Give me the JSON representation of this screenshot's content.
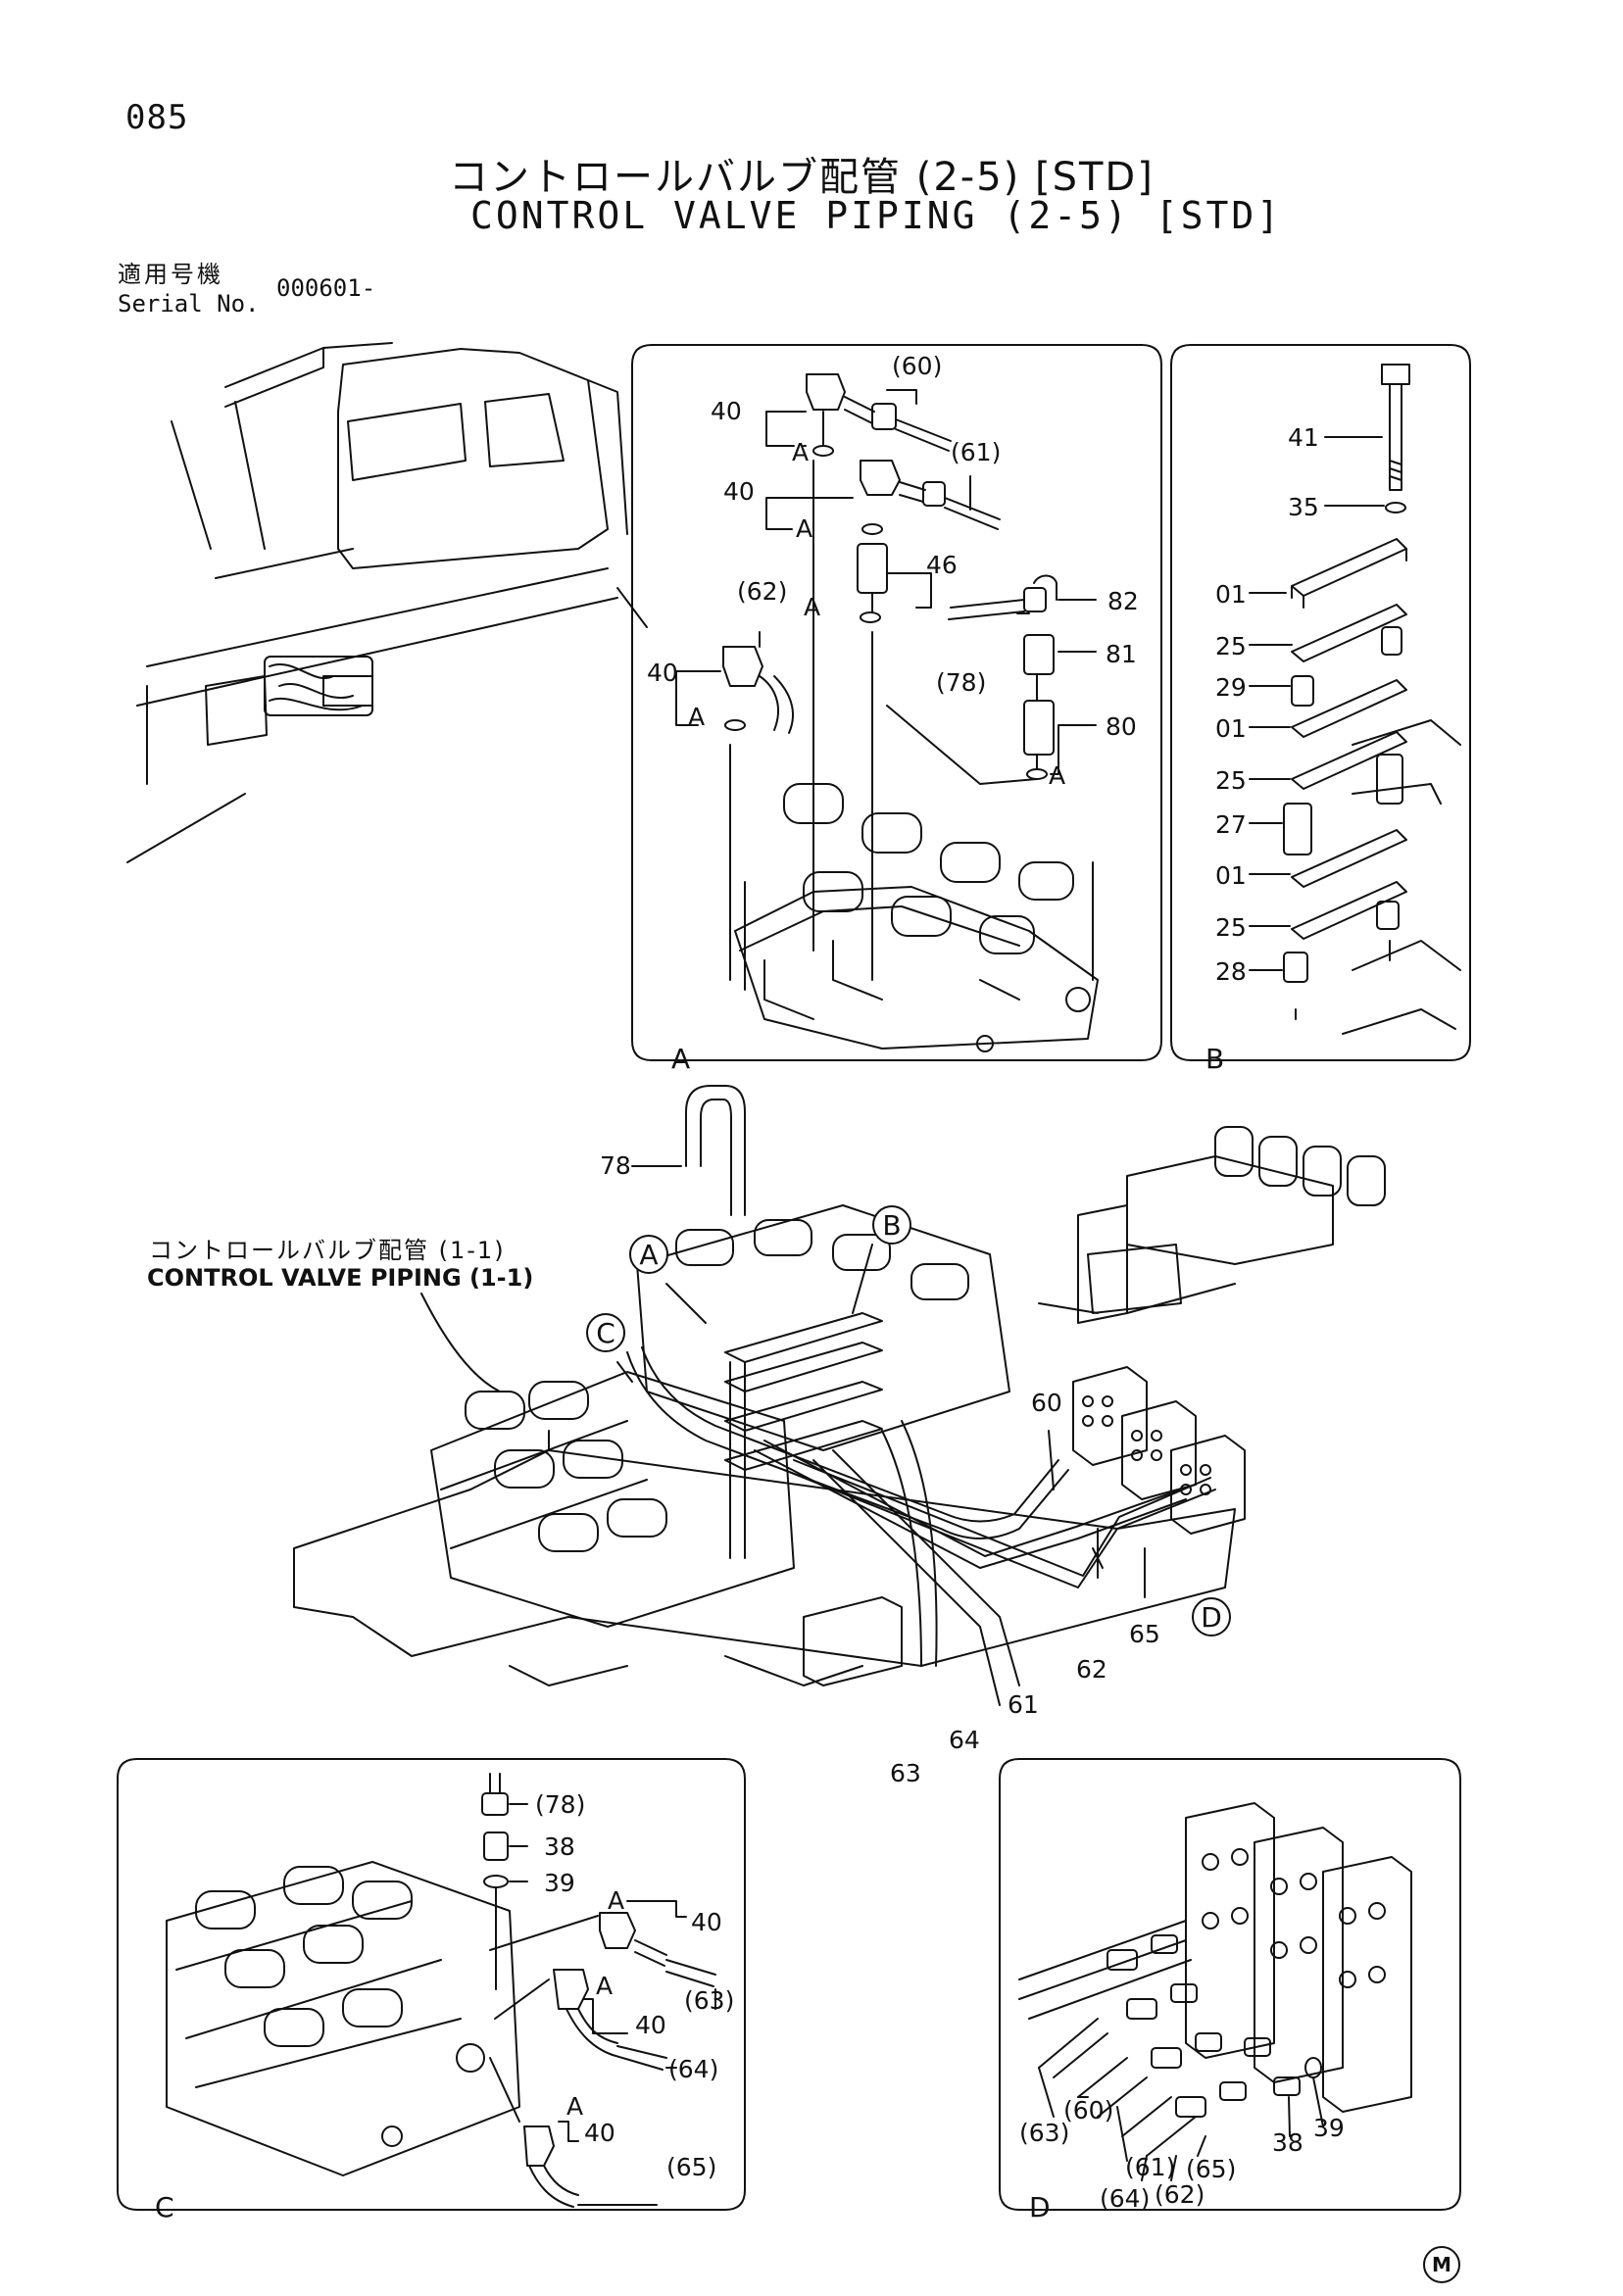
{
  "header": {
    "page_number": "085",
    "title_jp": "コントロールバルブ配管 (2-5) [STD]",
    "title_en": "CONTROL VALVE PIPING (2-5) [STD]",
    "serial_label_jp": "適用号機",
    "serial_label_en": "Serial No.",
    "serial_value": "000601-"
  },
  "reference": {
    "label_jp": "コントロールバルブ配管 (1-1)",
    "label_en": "CONTROL VALVE PIPING (1-1)"
  },
  "panels": [
    {
      "id": "A",
      "labels": [
        "(60)",
        "40",
        "A",
        "(61)",
        "40",
        "A",
        "46",
        "A",
        "(62)",
        "82",
        "40",
        "A",
        "81",
        "(78)",
        "80",
        "A"
      ]
    },
    {
      "id": "B",
      "labels": [
        "41",
        "35",
        "01",
        "25",
        "29",
        "01",
        "25",
        "27",
        "01",
        "25",
        "28"
      ]
    },
    {
      "id": "C",
      "labels": [
        "(78)",
        "38",
        "39",
        "A",
        "40",
        "(63)",
        "A",
        "40",
        "(64)",
        "A",
        "40",
        "(65)"
      ]
    },
    {
      "id": "D",
      "labels": [
        "(63)",
        "(60)",
        "(61)",
        "(64)",
        "(62)",
        "(65)",
        "38",
        "39"
      ]
    }
  ],
  "main_view": {
    "labels": [
      "78",
      "60",
      "65",
      "62",
      "61",
      "64",
      "63"
    ],
    "callouts": [
      "A",
      "B",
      "C",
      "D"
    ]
  },
  "footer": {
    "mark": "M"
  }
}
